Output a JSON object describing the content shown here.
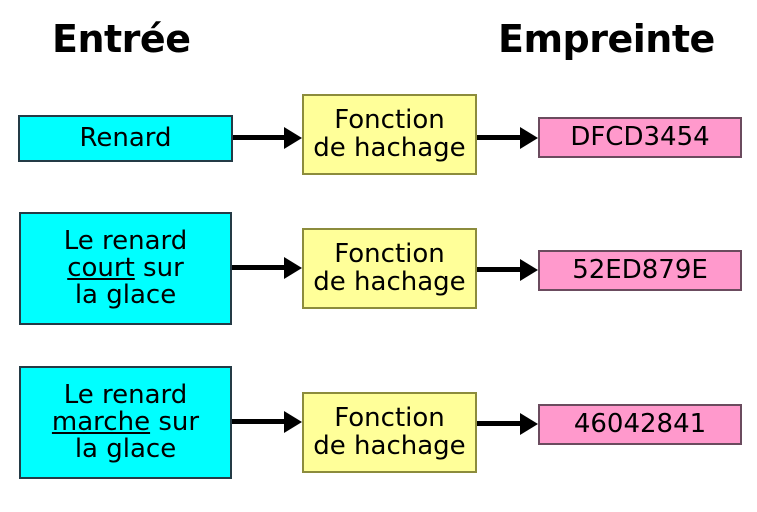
{
  "diagram": {
    "title_left": "Entrée",
    "title_right": "Empreinte",
    "colors": {
      "input_fill": "#00ffff",
      "input_border": "#243b46",
      "function_fill": "#ffff99",
      "function_border": "#8c8c3c",
      "hash_fill": "#ff99cc",
      "hash_border": "#6b4b5e",
      "arrow": "#000000",
      "background": "#ffffff"
    },
    "rows": [
      {
        "input": {
          "lines": [
            {
              "text": "Renard",
              "emphasis": false
            }
          ]
        },
        "function": {
          "lines": [
            {
              "text": "Fonction",
              "emphasis": false
            },
            {
              "text": "de hachage",
              "emphasis": false
            }
          ]
        },
        "hash": "DFCD3454"
      },
      {
        "input": {
          "lines": [
            {
              "text": "Le renard",
              "emphasis": false
            },
            {
              "text": "court",
              "emphasis": true,
              "suffix": " sur"
            },
            {
              "text": "la glace",
              "emphasis": false
            }
          ]
        },
        "function": {
          "lines": [
            {
              "text": "Fonction",
              "emphasis": false
            },
            {
              "text": "de hachage",
              "emphasis": false
            }
          ]
        },
        "hash": "52ED879E"
      },
      {
        "input": {
          "lines": [
            {
              "text": "Le renard",
              "emphasis": false
            },
            {
              "text": "marche",
              "emphasis": true,
              "suffix": " sur"
            },
            {
              "text": "la glace",
              "emphasis": false
            }
          ]
        },
        "function": {
          "lines": [
            {
              "text": "Fonction",
              "emphasis": false
            },
            {
              "text": "de hachage",
              "emphasis": false
            }
          ]
        },
        "hash": "46042841"
      }
    ]
  }
}
